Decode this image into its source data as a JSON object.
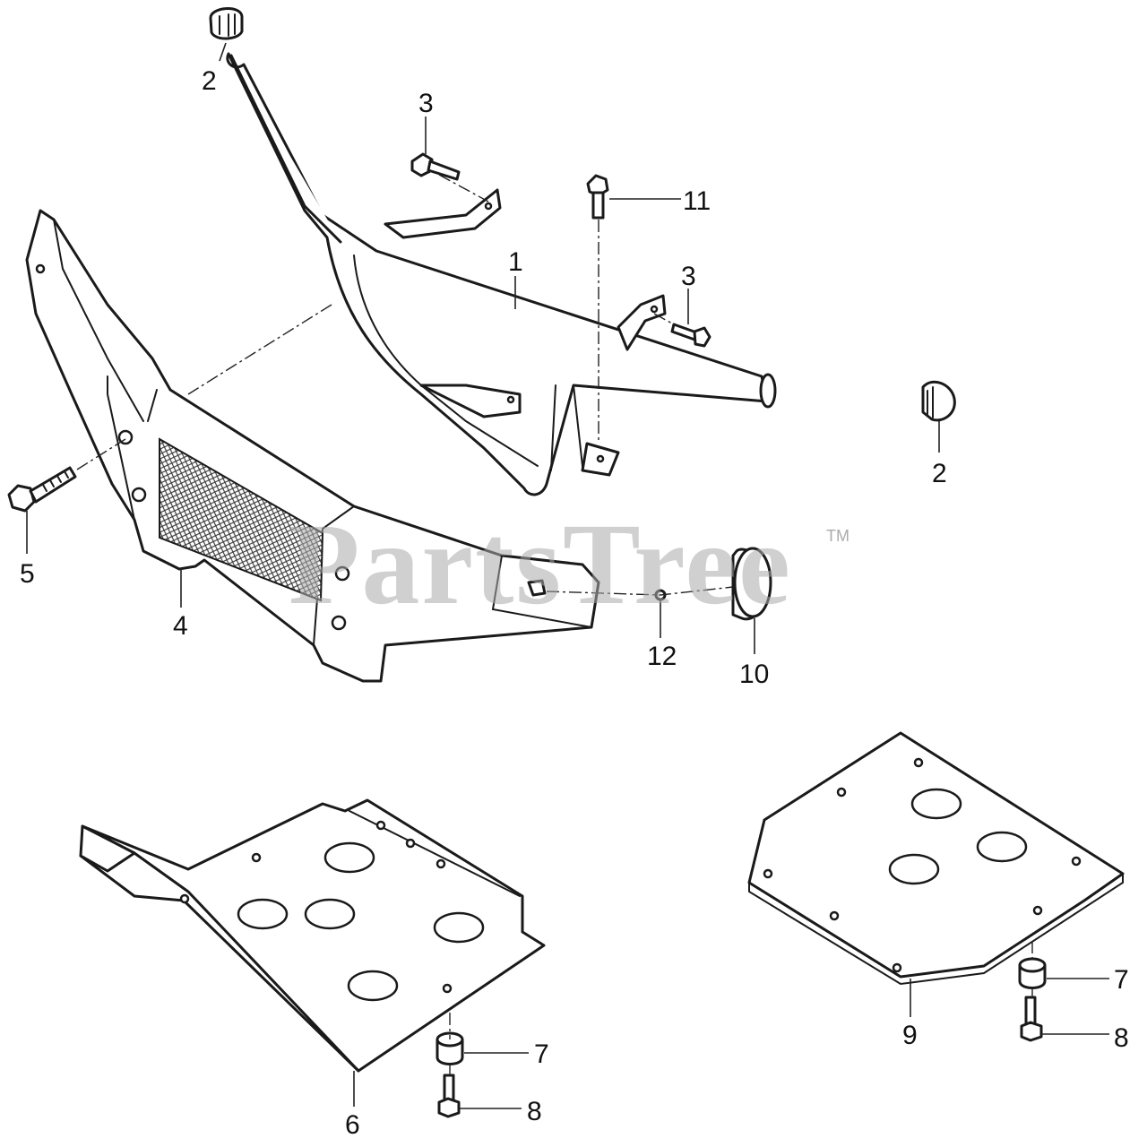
{
  "watermark": {
    "text": "PartsTree",
    "mark": "TM"
  },
  "callouts": {
    "c1": "1",
    "c2a": "2",
    "c2b": "2",
    "c3a": "3",
    "c3b": "3",
    "c4": "4",
    "c5": "5",
    "c6": "6",
    "c7a": "7",
    "c7b": "7",
    "c8a": "8",
    "c8b": "8",
    "c9": "9",
    "c10": "10",
    "c11": "11",
    "c12": "12"
  },
  "colors": {
    "line": "#1a1a1a",
    "watermark": "#aaaaaa",
    "background": "#ffffff"
  }
}
